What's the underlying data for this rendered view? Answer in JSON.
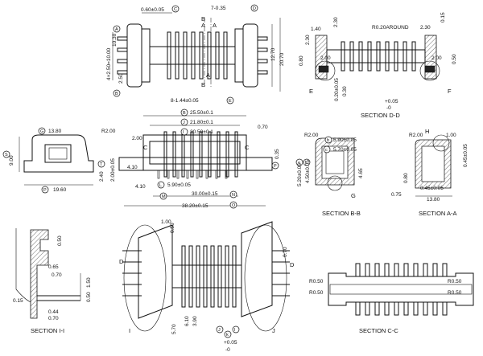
{
  "sections": {
    "dd": "SECTION D-D",
    "bb": "SECTION B-B",
    "aa": "SECTION A-A",
    "ii": "SECTION I-I",
    "cc": "SECTION C-C"
  },
  "top_view": {
    "dim_top_c": "0.60±0.05",
    "dim_top_d": "7-0.35",
    "dim_right": "20.70",
    "dim_right2": "12.70",
    "dim_left_a": "10.30",
    "dim_left_total": "4×2.50=10.00",
    "dim_left_b": "2.50",
    "dim_bottom_e": "8-1.44±0.05",
    "label_a": "A",
    "label_b": "B"
  },
  "section_dd": {
    "d1": "1.40",
    "d2": "R0.20AROUND",
    "d3": "2.30",
    "d4": "2.30",
    "d5": "2.30",
    "d6": "0.15",
    "d7": "0.80",
    "d8": "2.00",
    "d9": "2.00",
    "d10": "0.50",
    "d11": "0.30",
    "d12": "0.20±0.05",
    "tol_plus": "+0.05",
    "tol_minus": "-0",
    "label_e": "E",
    "label_f": "F"
  },
  "front_view": {
    "d_b": "25.50±0.1",
    "d_j": "21.80±0.1",
    "d_i": "20.50±0.1",
    "d_070": "0.70",
    "d_200": "2.00",
    "d_035": "0.35",
    "d_410a": "4.10",
    "d_410b": "4.10",
    "d_590": "5.90±0.05",
    "d_300": "30.00±0.15",
    "d_3850": "38.20±0.15",
    "d_h": "2.00±0.05",
    "label_c": "C",
    "label_c2": "C"
  },
  "left_view": {
    "d_g": "13.80",
    "d_r2": "R2.00",
    "d_s": "9.00",
    "d_p": "19.60",
    "d_240": "2.40"
  },
  "section_bb": {
    "d_r2": "R2.00",
    "d_b": "5.90±0.05",
    "d_c": "5.70±0.05",
    "d_l": "5.20±0.05",
    "d_m": "4.50±0.05",
    "d_465": "4.65",
    "label_g": "G"
  },
  "section_aa": {
    "d_r2": "R2.00",
    "d_100": "1.00",
    "d_045": "0.45±0.05",
    "d_080": "0.80",
    "d_075": "0.75",
    "d_045b": "0.45±0.05",
    "d_1380": "13.80",
    "label_h": "H"
  },
  "section_ii": {
    "d_050": "0.50",
    "d_065": "0.65",
    "d_070": "0.70",
    "d_015": "0.15",
    "d_044": "0.44",
    "d_070b": "0.70",
    "d_150": "1.50",
    "d_050b": "0.50"
  },
  "iso_view": {
    "d_100": "1.00",
    "d_050": "0.50",
    "d_070": "0.70",
    "d_570": "5.70",
    "d_610": "6.10",
    "d_390": "3.90",
    "tol_plus": "+0.05",
    "tol_minus": "-0",
    "label_d": "D",
    "label_d2": "D",
    "label_i": "I",
    "label_j": "J"
  },
  "section_cc": {
    "r050_tl": "R0.50",
    "r050_bl": "R0.50",
    "r050_tr": "R0.50",
    "r050_br": "R0.50"
  }
}
